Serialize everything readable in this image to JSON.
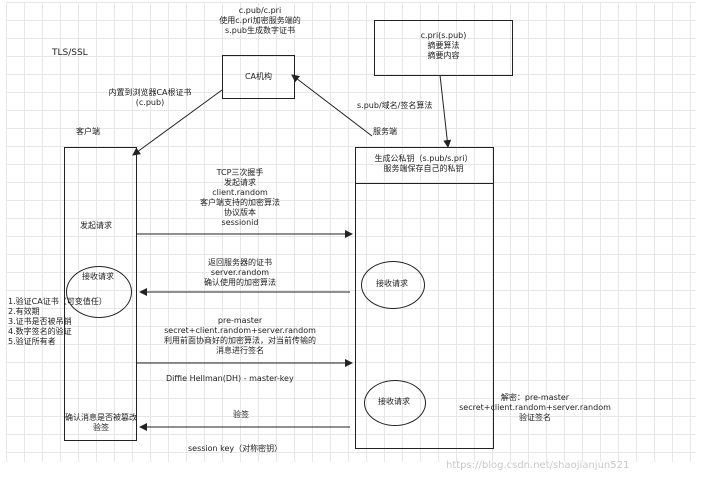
{
  "title": "TLS/SSL",
  "ca_box": {
    "label": "CA机构",
    "caption": [
      "c.pub/c.pri",
      "使用c.pri加密服务端的",
      "s.pub生成数字证书"
    ]
  },
  "server_note": {
    "lines": [
      "c.pri(s.pub)",
      "摘要算法",
      "摘要内容"
    ]
  },
  "builtin_cert": [
    "内置到浏览器CA根证书",
    "(c.pub)"
  ],
  "sign_label": "s.pub/域名/签名算法",
  "client_label": "客户端",
  "server_label": "服务端",
  "server_header": [
    "生成公私钥（s.pub/s.pri）",
    "服务端保存自己的私钥"
  ],
  "client_box": {
    "send_request": "发起请求",
    "receive_request": "接收请求"
  },
  "server_box": {
    "receive_1": "接收请求",
    "receive_2": "接收请求"
  },
  "msg1": [
    "TCP三次握手",
    "发起请求",
    "client.random",
    "客户端支持的加密算法",
    "协议版本",
    "sessionid"
  ],
  "msg2": [
    "返回服务器的证书",
    "server.random",
    "确认使用的加密算法"
  ],
  "msg3": [
    "pre-master",
    "secret+client.random+server.random",
    "利用前面协商好的加密算法，对当前传输的",
    "消息进行签名"
  ],
  "dh_label": "Diffie Hellman(DH) - master-key",
  "verify_list": [
    "1.验证CA证书（可变值任）",
    "2.有效期",
    "3.证书是否被吊销",
    "4.数字签名的验证",
    "5.验证所有者"
  ],
  "decrypt_note": [
    "解密：pre-master",
    "secret+client.random+server.random",
    "验证签名"
  ],
  "sign_msg": "验签",
  "confirm_msg": [
    "确认消息是否被篡改",
    "验签"
  ],
  "session_key": "session key（对称密钥）",
  "watermark": "https://blog.csdn.net/shaojianjun521"
}
